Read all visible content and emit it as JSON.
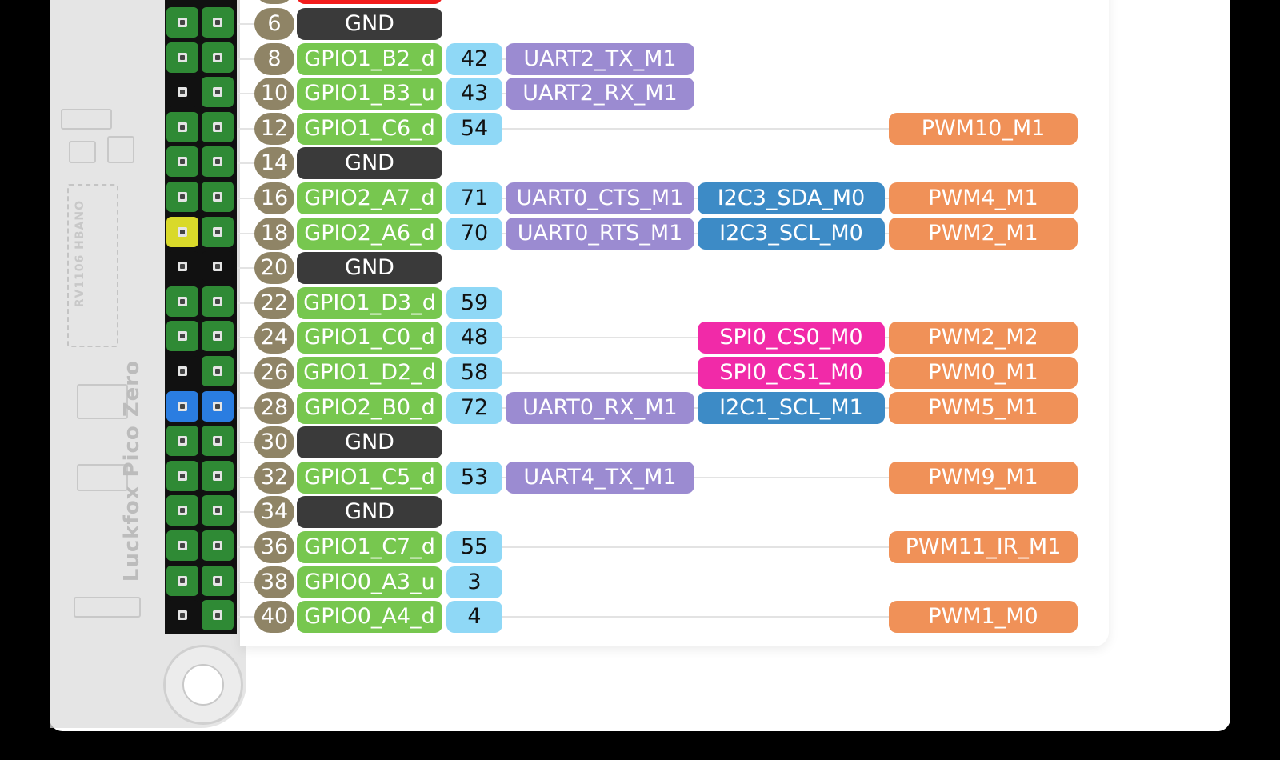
{
  "colors": {
    "pin_number": "#8f8466",
    "gpio": "#77c74f",
    "gnd": "#3a3a3a",
    "gpio_index": "#8fd8f6",
    "uart": "#9b8bd1",
    "i2c": "#3d8bc6",
    "spi": "#f12aa8",
    "pwm": "#f09158",
    "header_green": "#2f8a35",
    "header_yellow": "#d9d92a",
    "header_blue": "#2a7de1",
    "red": "#f21c1c"
  },
  "board": {
    "name": "Luckfox Pico Zero",
    "chip_text": "RV1106 HBANO"
  },
  "pins": [
    {
      "pin": "6",
      "func": "GND",
      "type": "gnd",
      "header": "green"
    },
    {
      "pin": "8",
      "func": "GPIO1_B2_d",
      "type": "gpio",
      "index": "42",
      "uart": "UART2_TX_M1",
      "header": "green"
    },
    {
      "pin": "10",
      "func": "GPIO1_B3_u",
      "type": "gpio",
      "index": "43",
      "uart": "UART2_RX_M1",
      "header": "black-green"
    },
    {
      "pin": "12",
      "func": "GPIO1_C6_d",
      "type": "gpio",
      "index": "54",
      "pwm": "PWM10_M1",
      "header": "green"
    },
    {
      "pin": "14",
      "func": "GND",
      "type": "gnd",
      "header": "green"
    },
    {
      "pin": "16",
      "func": "GPIO2_A7_d",
      "type": "gpio",
      "index": "71",
      "uart": "UART0_CTS_M1",
      "i2c": "I2C3_SDA_M0",
      "pwm": "PWM4_M1",
      "header": "green"
    },
    {
      "pin": "18",
      "func": "GPIO2_A6_d",
      "type": "gpio",
      "index": "70",
      "uart": "UART0_RTS_M1",
      "i2c": "I2C3_SCL_M0",
      "pwm": "PWM2_M1",
      "header": "yellow"
    },
    {
      "pin": "20",
      "func": "GND",
      "type": "gnd",
      "header": "black"
    },
    {
      "pin": "22",
      "func": "GPIO1_D3_d",
      "type": "gpio",
      "index": "59",
      "header": "green"
    },
    {
      "pin": "24",
      "func": "GPIO1_C0_d",
      "type": "gpio",
      "index": "48",
      "spi": "SPI0_CS0_M0",
      "pwm": "PWM2_M2",
      "header": "green"
    },
    {
      "pin": "26",
      "func": "GPIO1_D2_d",
      "type": "gpio",
      "index": "58",
      "spi": "SPI0_CS1_M0",
      "pwm": "PWM0_M1",
      "header": "black-green"
    },
    {
      "pin": "28",
      "func": "GPIO2_B0_d",
      "type": "gpio",
      "index": "72",
      "uart": "UART0_RX_M1",
      "i2c": "I2C1_SCL_M1",
      "pwm": "PWM5_M1",
      "header": "blue"
    },
    {
      "pin": "30",
      "func": "GND",
      "type": "gnd",
      "header": "green"
    },
    {
      "pin": "32",
      "func": "GPIO1_C5_d",
      "type": "gpio",
      "index": "53",
      "uart": "UART4_TX_M1",
      "pwm": "PWM9_M1",
      "header": "green"
    },
    {
      "pin": "34",
      "func": "GND",
      "type": "gnd",
      "header": "green"
    },
    {
      "pin": "36",
      "func": "GPIO1_C7_d",
      "type": "gpio",
      "index": "55",
      "pwm": "PWM11_IR_M1",
      "header": "green"
    },
    {
      "pin": "38",
      "func": "GPIO0_A3_u",
      "type": "gpio",
      "index": "3",
      "header": "green"
    },
    {
      "pin": "40",
      "func": "GPIO0_A4_d",
      "type": "gpio",
      "index": "4",
      "pwm": "PWM1_M0",
      "header": "black-green"
    }
  ]
}
